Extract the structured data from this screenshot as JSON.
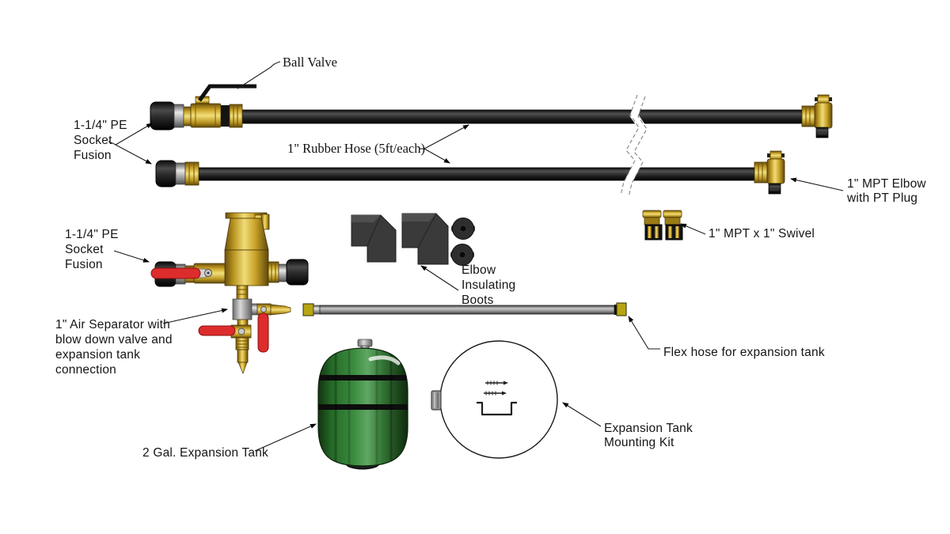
{
  "diagram": {
    "title": "Boiler hose and expansion tank parts diagram",
    "labels": {
      "ball_valve": {
        "text": "Ball Valve"
      },
      "pe_socket_fusion_top": {
        "lines": [
          "1-1/4\" PE",
          "Socket",
          "Fusion"
        ]
      },
      "rubber_hose": {
        "text": "1\" Rubber Hose (5ft/each)"
      },
      "mpt_elbow": {
        "lines": [
          "1\" MPT Elbow",
          "with PT Plug"
        ]
      },
      "mpt_swivel": {
        "text": "1\" MPT x 1\" Swivel"
      },
      "pe_socket_fusion_mid": {
        "lines": [
          "1-1/4\" PE",
          "Socket",
          "Fusion"
        ]
      },
      "elbow_boots": {
        "lines": [
          "Elbow",
          "Insulating",
          "Boots"
        ]
      },
      "air_separator": {
        "lines": [
          "1\" Air Separator with",
          "blow down valve and",
          "expansion tank",
          "connection"
        ]
      },
      "flex_hose": {
        "text": "Flex hose for expansion tank"
      },
      "expansion_tank": {
        "text": "2 Gal. Expansion Tank"
      },
      "mounting_kit": {
        "lines": [
          "Expansion Tank",
          "Mounting Kit"
        ]
      }
    },
    "colors": {
      "brass": "#c9a227",
      "hose_black": "#1a1a1a",
      "handle_red": "#dd2c2c",
      "tank_green": "#3c8c40",
      "steel_gray": "#b0b0b0",
      "background": "#ffffff"
    }
  }
}
